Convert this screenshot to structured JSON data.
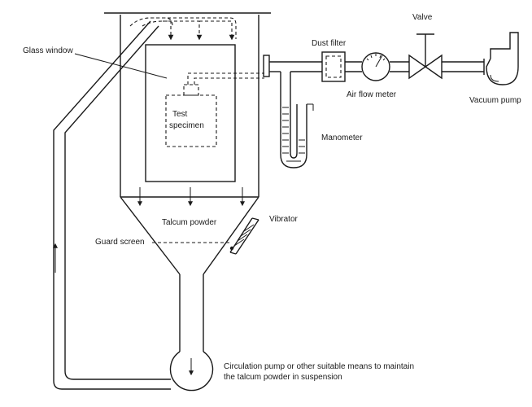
{
  "labels": {
    "glass_window": "Glass window",
    "test": "Test",
    "specimen": "specimen",
    "dust_filter": "Dust filter",
    "valve": "Valve",
    "air_flow_meter": "Air flow meter",
    "vacuum_pump": "Vacuum pump",
    "manometer": "Manometer",
    "talcum_powder": "Talcum powder",
    "vibrator": "Vibrator",
    "guard_screen": "Guard screen",
    "circulation_line1": "Circulation pump or other suitable means to maintain",
    "circulation_line2": "the talcum powder in suspension"
  }
}
